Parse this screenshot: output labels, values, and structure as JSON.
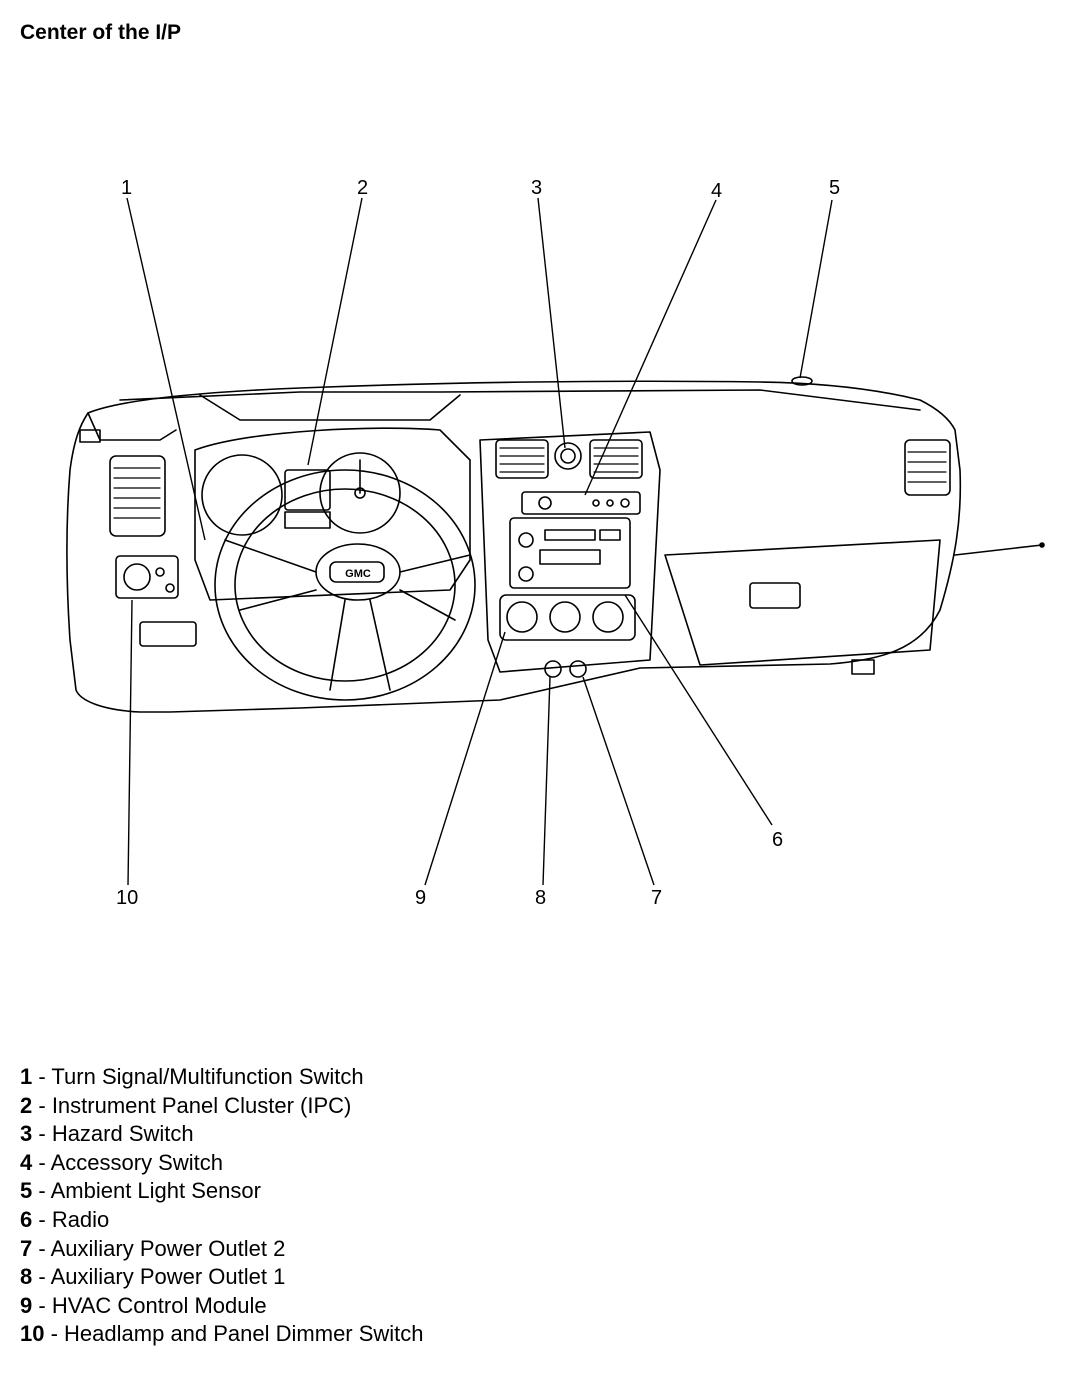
{
  "title": "Center of the I/P",
  "callouts": [
    {
      "num": "1",
      "label": "Turn Signal/Multifunction Switch"
    },
    {
      "num": "2",
      "label": "Instrument Panel Cluster (IPC)"
    },
    {
      "num": "3",
      "label": "Hazard Switch"
    },
    {
      "num": "4",
      "label": "Accessory Switch"
    },
    {
      "num": "5",
      "label": "Ambient Light Sensor"
    },
    {
      "num": "6",
      "label": "Radio"
    },
    {
      "num": "7",
      "label": "Auxiliary Power Outlet 2"
    },
    {
      "num": "8",
      "label": "Auxiliary Power Outlet 1"
    },
    {
      "num": "9",
      "label": "HVAC Control Module"
    },
    {
      "num": "10",
      "label": "Headlamp and Panel Dimmer Switch"
    }
  ],
  "legend_separator": " - ",
  "badge_text": "GMC"
}
